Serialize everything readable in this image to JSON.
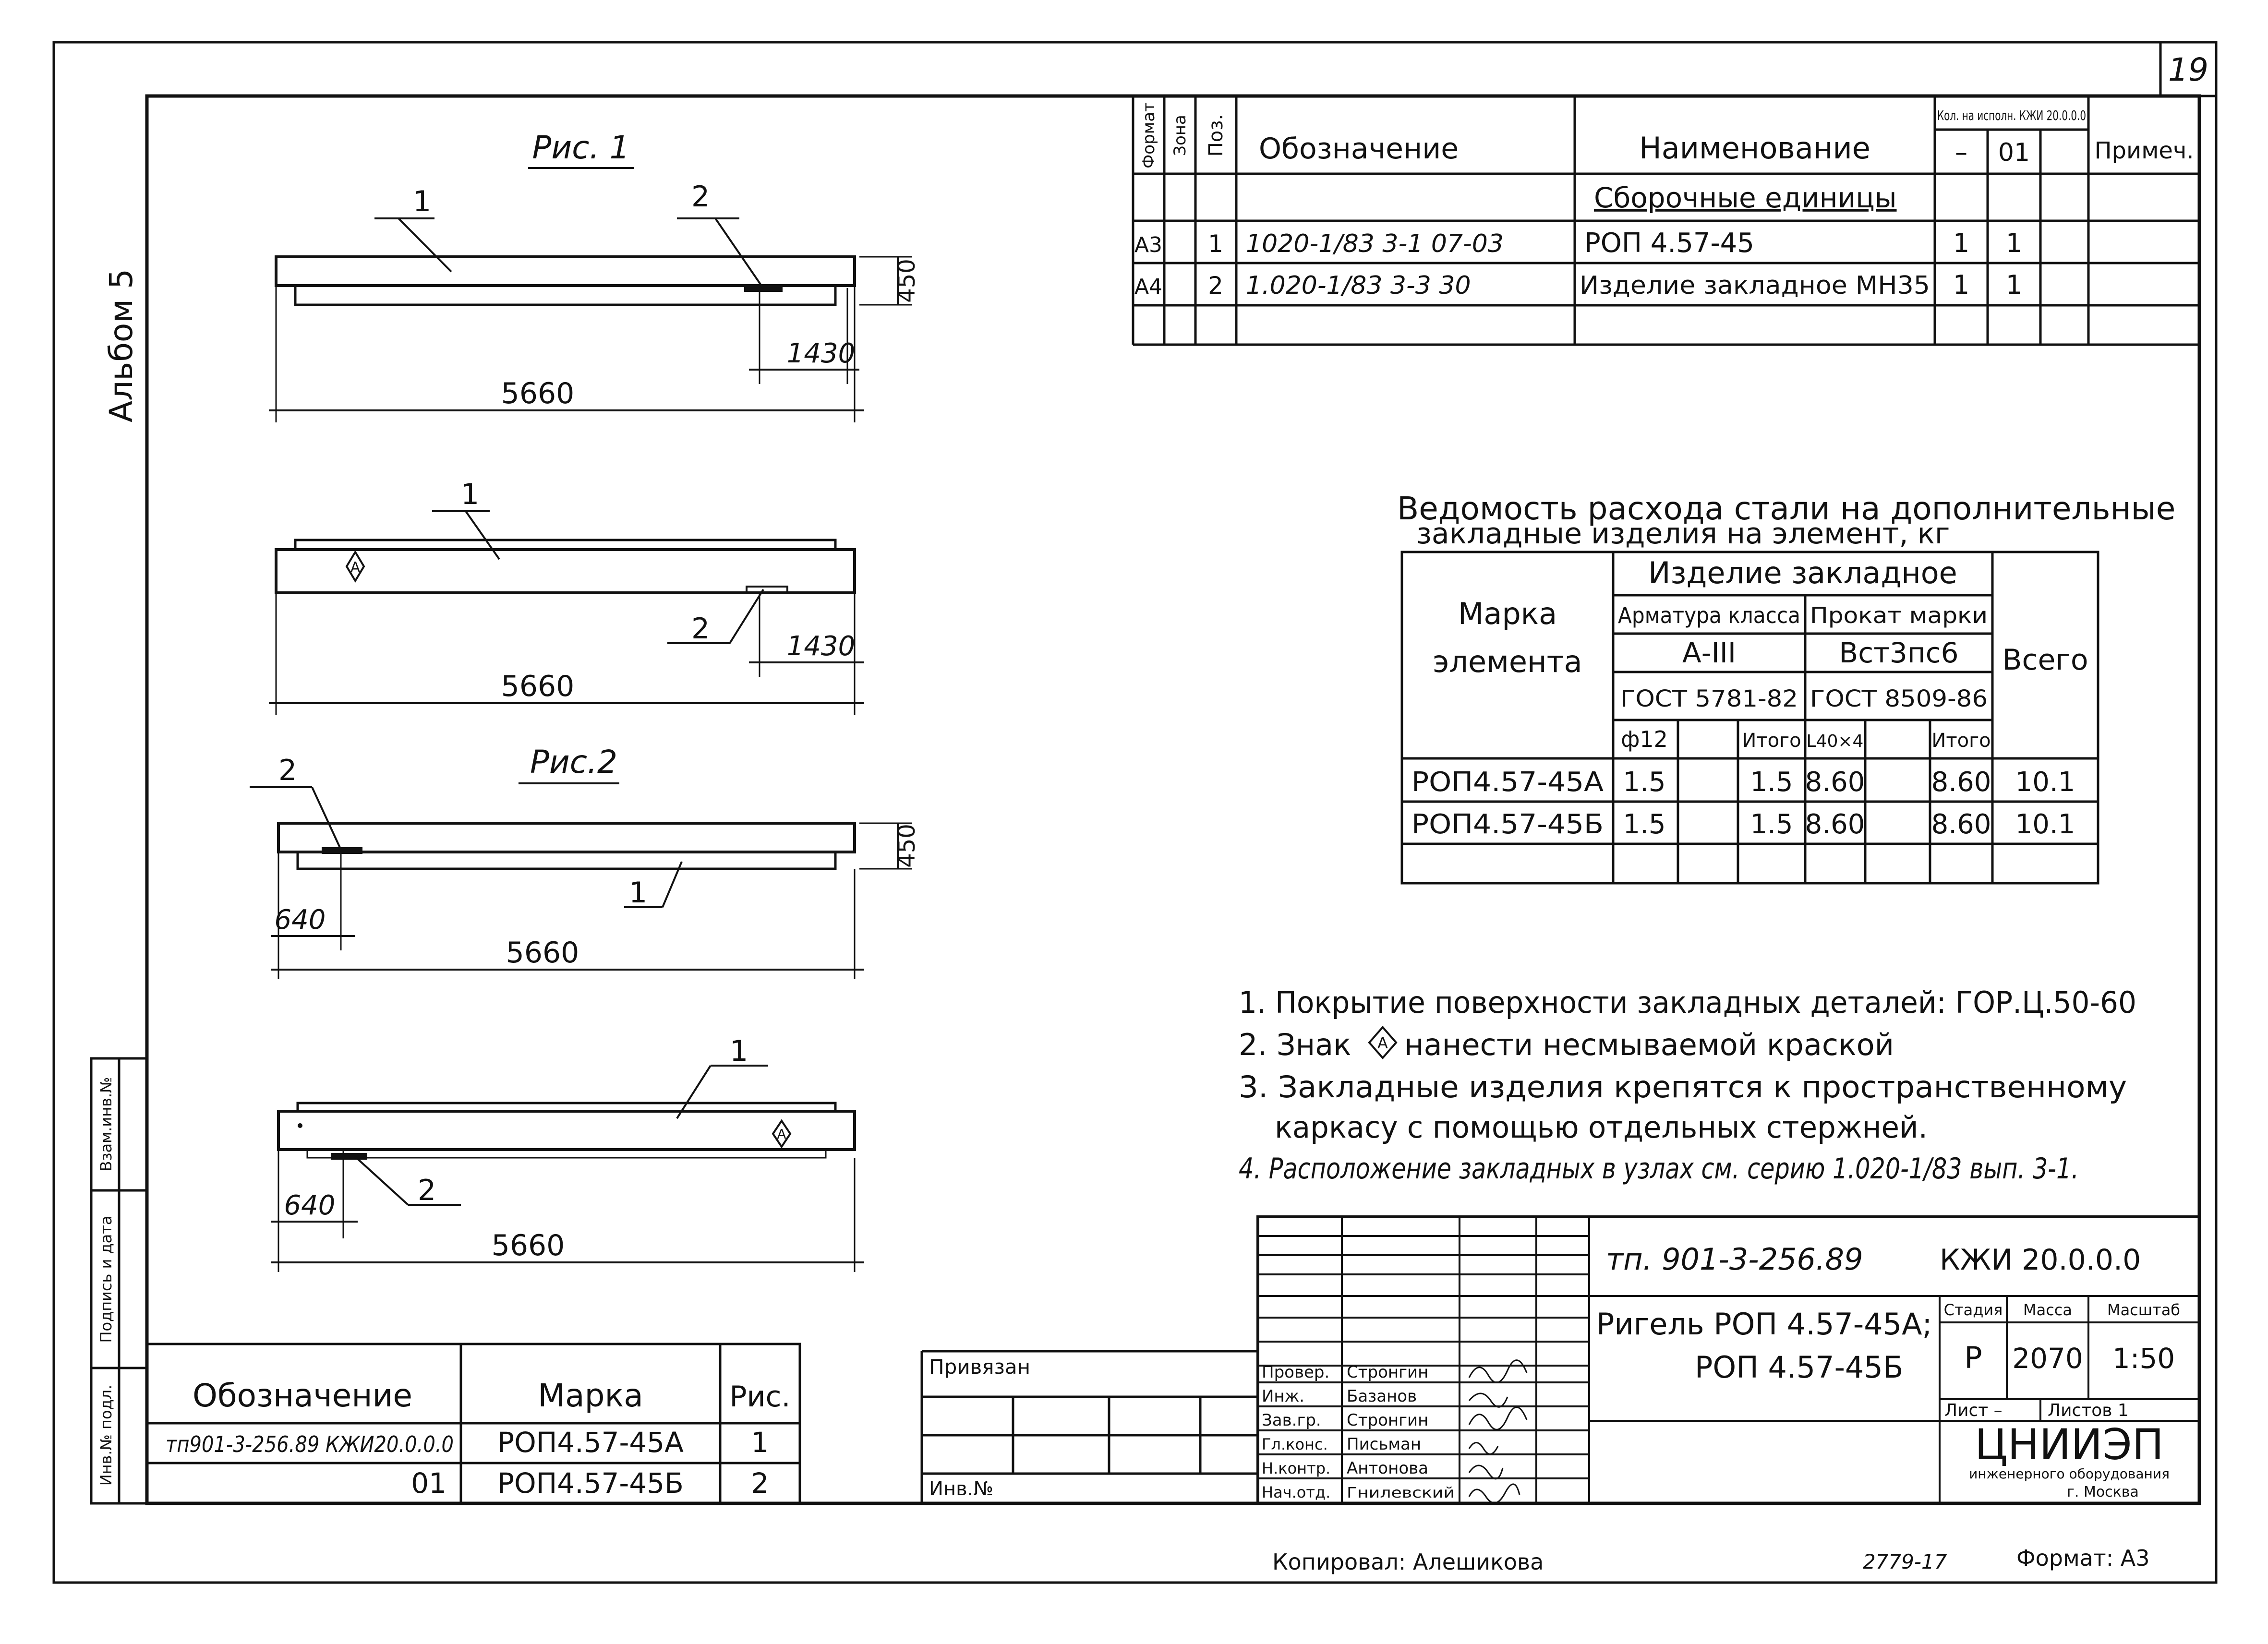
{
  "sheet": {
    "number": "19",
    "album": "Альбом 5",
    "copied_by": "Копировал: Алешикова",
    "format": "Формат: А3",
    "order_no": "2779-17"
  },
  "figures": {
    "fig1_title": "Рис. 1",
    "fig2_title": "Рис.2",
    "length": "5660",
    "height": "450",
    "offset_1430": "1430",
    "offset_640": "640",
    "pos1": "1",
    "pos2": "2",
    "mark_symbol": "А"
  },
  "spec_table": {
    "headers": {
      "format": "Формат",
      "zone": "Зона",
      "pos": "Поз.",
      "designation": "Обозначение",
      "name": "Наименование",
      "qty": "Кол. на исполн. КЖИ 20.0.0.0",
      "qty_dash": "–",
      "qty_01": "01",
      "note": "Примеч."
    },
    "section": "Сборочные единицы",
    "rows": [
      {
        "format": "А3",
        "pos": "1",
        "designation": "1020-1/83 3-1 07-03",
        "name": "РОП 4.57-45",
        "q1": "1",
        "q2": "1"
      },
      {
        "format": "А4",
        "pos": "2",
        "designation": "1.020-1/83 3-3 30",
        "name": "Изделие закладное МН35",
        "q1": "1",
        "q2": "1"
      }
    ]
  },
  "steel_table": {
    "title_line1": "Ведомость расхода стали на дополнительные",
    "title_line2": "закладные изделия на элемент, кг",
    "mark_header_1": "Марка",
    "mark_header_2": "элемента",
    "group": "Изделие закладное",
    "rebar_class": "Арматура класса",
    "rebar_grade": "А-III",
    "rebar_gost": "ГОСТ 5781-82",
    "rolled_mark": "Прокат марки",
    "rolled_grade": "Вст3пс6",
    "rolled_gost": "ГОСТ 8509-86",
    "total": "Всего",
    "col_phi": "ф12",
    "col_itogo": "Итого",
    "col_angle": "L40×4",
    "col_itogo2": "Итого",
    "rows": [
      {
        "mark": "РОП4.57-45А",
        "phi12": "1.5",
        "itogo1": "1.5",
        "angle": "8.60",
        "itogo2": "8.60",
        "total": "10.1"
      },
      {
        "mark": "РОП4.57-45Б",
        "phi12": "1.5",
        "itogo1": "1.5",
        "angle": "8.60",
        "itogo2": "8.60",
        "total": "10.1"
      }
    ]
  },
  "notes": [
    "1. Покрытие поверхности закладных деталей: ГОР.Ц.50-60",
    "2. Знак",
    "нанести несмываемой краской",
    "3. Закладные изделия крепятся к пространственному",
    "каркасу с помощью отдельных стержней.",
    "4. Расположение закладных в узлах см. серию 1.020-1/83 вып. 3-1."
  ],
  "marks_table": {
    "headers": {
      "designation": "Обозначение",
      "mark": "Марка",
      "fig": "Рис."
    },
    "rows": [
      {
        "designation": "тп901-3-256.89 КЖИ20.0.0.0",
        "mark": "РОП4.57-45А",
        "fig": "1"
      },
      {
        "designation": "01",
        "mark": "РОП4.57-45Б",
        "fig": "2"
      }
    ]
  },
  "left_strip": {
    "inv_podl": "Инв.№ подл.",
    "signature_date": "Подпись и дата",
    "vzam_inv": "Взам.инв.№"
  },
  "stamp": {
    "privyazan": "Привязан",
    "inv_no": "Инв.№",
    "project": "тп. 901-3-256.89",
    "code": "КЖИ 20.0.0.0",
    "title_line1": "Ригель РОП 4.57-45А;",
    "title_line2": "РОП 4.57-45Б",
    "stage_label": "Стадия",
    "mass_label": "Масса",
    "scale_label": "Масштаб",
    "stage": "Р",
    "mass": "2070",
    "scale": "1:50",
    "sheet_label": "Лист –",
    "sheets_label": "Листов 1",
    "org": "ЦНИИЭП",
    "org_line2": "инженерного оборудования",
    "org_line3": "г. Москва",
    "roles": [
      {
        "role": "Провер.",
        "name": "Стронгин"
      },
      {
        "role": "Инж.",
        "name": "Базанов"
      },
      {
        "role": "Зав.гр.",
        "name": "Стронгин"
      },
      {
        "role": "Гл.конс.",
        "name": "Письман"
      },
      {
        "role": "Н.контр.",
        "name": "Антонова"
      },
      {
        "role": "Нач.отд.",
        "name": "Гнилевский"
      }
    ]
  }
}
